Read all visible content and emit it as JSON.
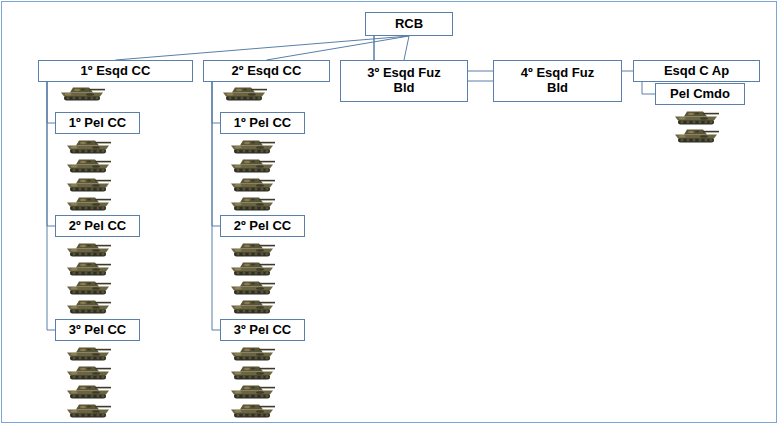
{
  "diagram": {
    "nodes": [
      {
        "text": [
          "RCB"
        ]
      },
      {
        "text": [
          "1º Esqd CC"
        ]
      },
      {
        "text": [
          "1º Pel CC"
        ]
      },
      {
        "text": [
          "2º Pel CC"
        ]
      },
      {
        "text": [
          "3º Pel CC"
        ]
      },
      {
        "text": [
          "2º Esqd CC"
        ]
      },
      {
        "text": [
          "1º Pel CC"
        ]
      },
      {
        "text": [
          "2º Pel CC"
        ]
      },
      {
        "text": [
          "3º Pel CC"
        ]
      },
      {
        "text": [
          "3º Esqd Fuz Bld"
        ]
      },
      {
        "text": [
          "4º Esqd Fuz Bld"
        ]
      },
      {
        "text": [
          "Esqd C Ap"
        ]
      },
      {
        "text": [
          "Pel Cmdo"
        ]
      }
    ],
    "edges": [
      {
        "from": 0,
        "to": 1,
        "arrow": "none"
      },
      {
        "from": 0,
        "to": 5,
        "arrow": "none"
      },
      {
        "from": 0,
        "to": 9,
        "arrow": "none"
      },
      {
        "from": 0,
        "to": 10,
        "arrow": "none"
      },
      {
        "from": 0,
        "to": 11,
        "arrow": "none"
      },
      {
        "from": 1,
        "to": 2,
        "arrow": "none"
      },
      {
        "from": 1,
        "to": 3,
        "arrow": "none"
      },
      {
        "from": 1,
        "to": 4,
        "arrow": "none"
      },
      {
        "from": 5,
        "to": 6,
        "arrow": "none"
      },
      {
        "from": 5,
        "to": 7,
        "arrow": "none"
      },
      {
        "from": 5,
        "to": 8,
        "arrow": "none"
      },
      {
        "from": 11,
        "to": 12,
        "arrow": "none"
      }
    ]
  }
}
